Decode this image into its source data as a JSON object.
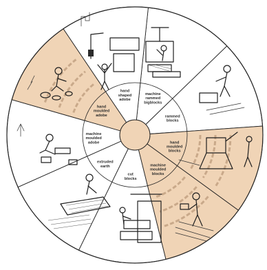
{
  "colors": {
    "background": "#ffffff",
    "light_segment": "#ffffff",
    "tan_segment": "#f0d4b6",
    "outline": "#222222",
    "strata": "#c9a98a"
  },
  "wheel": {
    "segments": [
      {
        "label": [
          "machine",
          "rammed",
          "bigblocks"
        ],
        "shade": "light"
      },
      {
        "label": [
          "rammed",
          "blocks"
        ],
        "shade": "light"
      },
      {
        "label": [
          "hand",
          "moulded",
          "blocks"
        ],
        "shade": "tan"
      },
      {
        "label": [
          "machine",
          "moulded",
          "blocks"
        ],
        "shade": "tan"
      },
      {
        "label": [
          "cut",
          "blocks"
        ],
        "shade": "light"
      },
      {
        "label": [
          "extruded",
          "earth"
        ],
        "shade": "light"
      },
      {
        "label": [
          "machine",
          "moulded",
          "adobe"
        ],
        "shade": "light"
      },
      {
        "label": [
          "hand",
          "moulded",
          "adobe"
        ],
        "shade": "tan"
      },
      {
        "label": [
          "hand",
          "shaped",
          "adobe"
        ],
        "shade": "light"
      }
    ]
  }
}
